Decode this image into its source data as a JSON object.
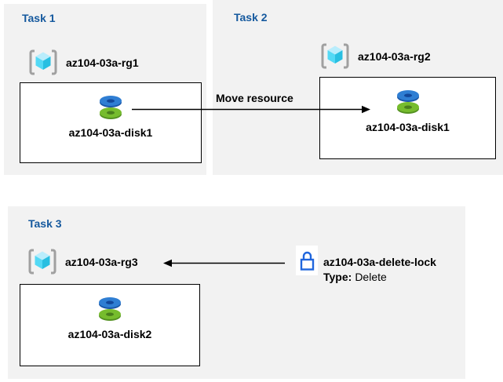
{
  "diagram": {
    "tasks": [
      {
        "title": "Task 1",
        "resource_group": "az104-03a-rg1",
        "disk": "az104-03a-disk1"
      },
      {
        "title": "Task 2",
        "resource_group": "az104-03a-rg2",
        "disk": "az104-03a-disk1"
      },
      {
        "title": "Task 3",
        "resource_group": "az104-03a-rg3",
        "disk": "az104-03a-disk2"
      }
    ],
    "move_arrow_label": "Move resource",
    "lock": {
      "name": "az104-03a-delete-lock",
      "type_label": "Type:",
      "type_value": "Delete"
    },
    "icons": {
      "resource_group": "resource-group-icon",
      "disk": "disk-icon",
      "lock": "lock-icon"
    },
    "colors": {
      "panel_background": "#f2f2f2",
      "task_title_blue": "#15599e",
      "arrow_black": "#000000",
      "lock_blue": "#2066dd",
      "disk_top_blue": "#2f7ed3",
      "disk_green": "#76bc2d",
      "cube_top": "#b9edfc",
      "cube_left": "#53d9f5",
      "cube_right": "#28bfe1",
      "bracket_gray": "#a0a0a0"
    }
  }
}
